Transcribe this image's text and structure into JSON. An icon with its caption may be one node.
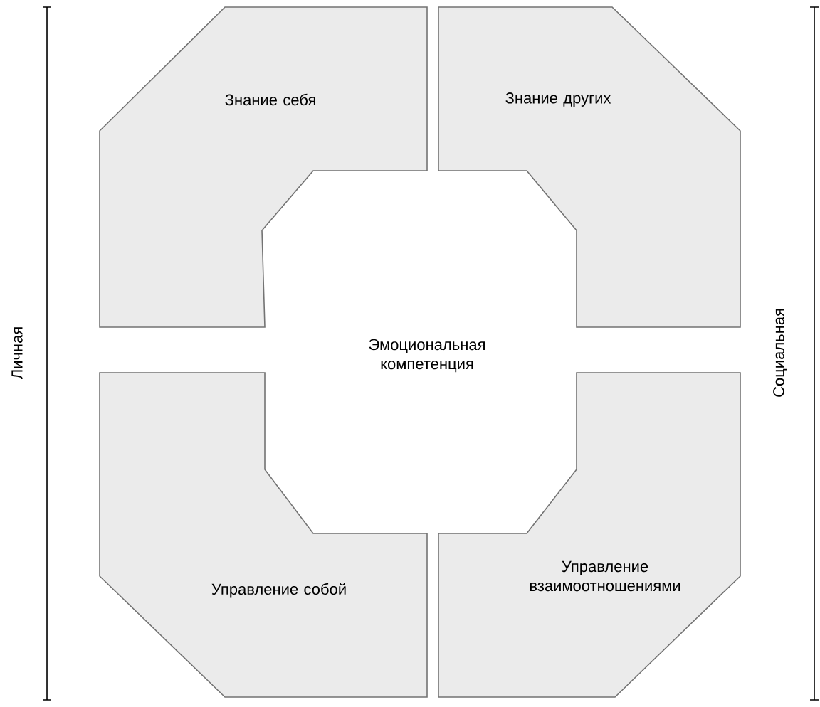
{
  "diagram": {
    "nodes": [
      {
        "text": [
          "Знание себя"
        ]
      },
      {
        "text": [
          "Знание других"
        ]
      },
      {
        "text": [
          "Управление собой"
        ]
      },
      {
        "text": [
          "Управление взаимоотношениями"
        ]
      }
    ],
    "labels": [
      "Личная",
      "Эмоциональная компетенция",
      "Социальная"
    ]
  }
}
